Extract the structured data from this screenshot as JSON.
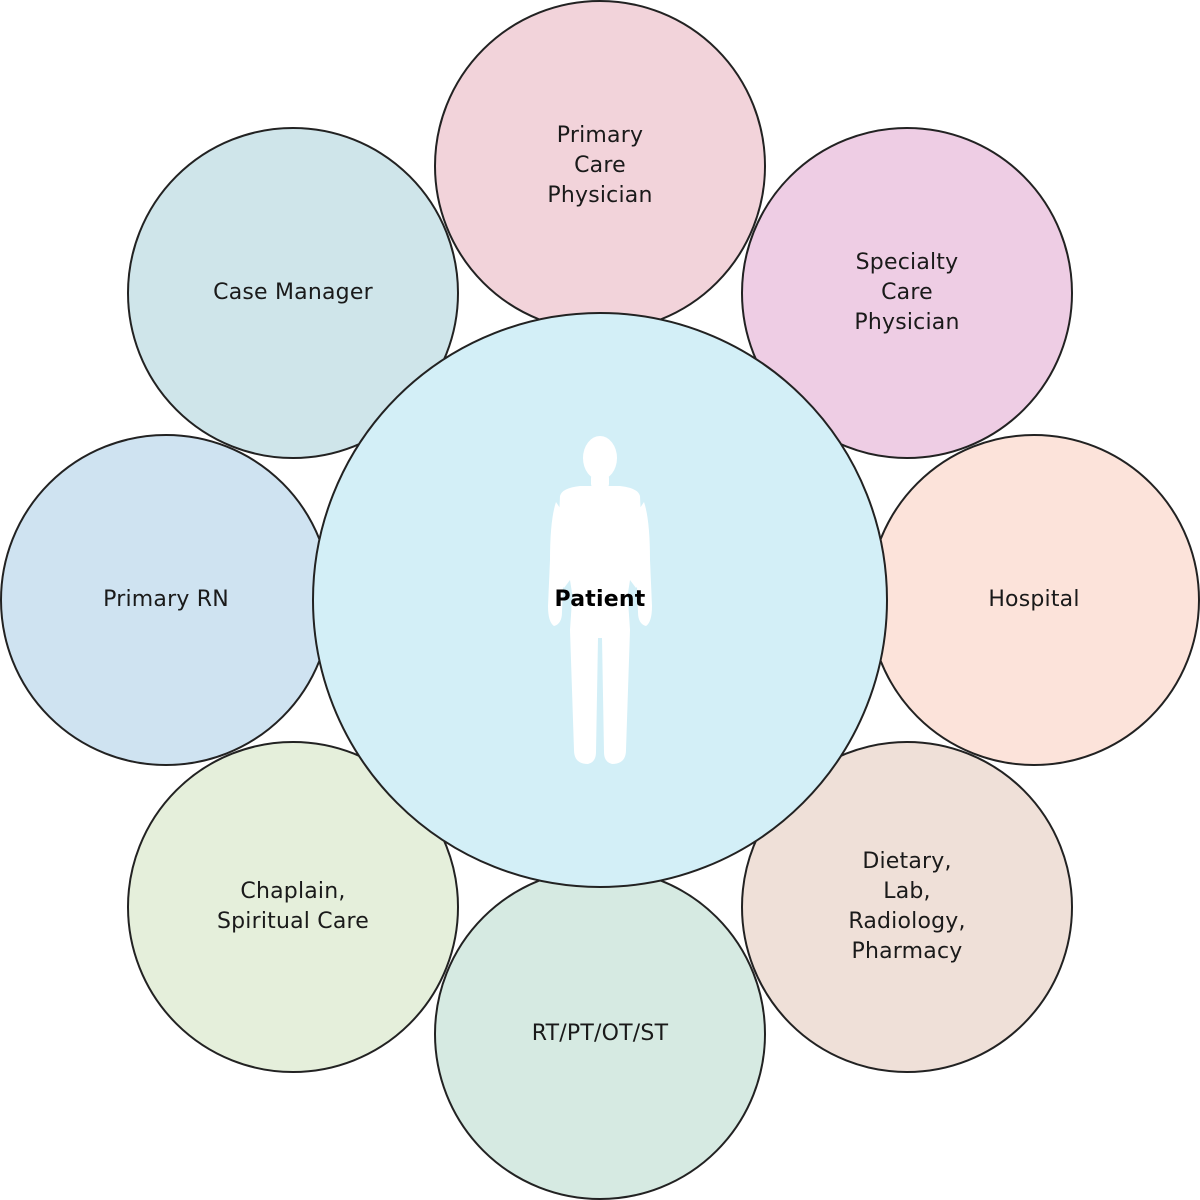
{
  "diagram": {
    "center": {
      "label": "Patient",
      "fill": "#d3eff7",
      "figure_icon": "person-silhouette-icon"
    },
    "nodes": [
      {
        "id": "primary-care-physician",
        "label": "Primary\nCare\nPhysician",
        "fill": "#f2d3da"
      },
      {
        "id": "specialty-care-physician",
        "label": "Specialty\nCare\nPhysician",
        "fill": "#eecde4"
      },
      {
        "id": "hospital",
        "label": "Hospital",
        "fill": "#fce3da"
      },
      {
        "id": "dietary-lab-radiology-pharmacy",
        "label": "Dietary,\nLab,\nRadiology,\nPharmacy",
        "fill": "#efe0d8"
      },
      {
        "id": "rt-pt-ot-st",
        "label": "RT/PT/OT/ST",
        "fill": "#d6eae2"
      },
      {
        "id": "chaplain-spiritual-care",
        "label": "Chaplain,\nSpiritual Care",
        "fill": "#e5efdb"
      },
      {
        "id": "primary-rn",
        "label": "Primary RN",
        "fill": "#cfe3f1"
      },
      {
        "id": "case-manager",
        "label": "Case Manager",
        "fill": "#cfe5ea"
      }
    ]
  }
}
